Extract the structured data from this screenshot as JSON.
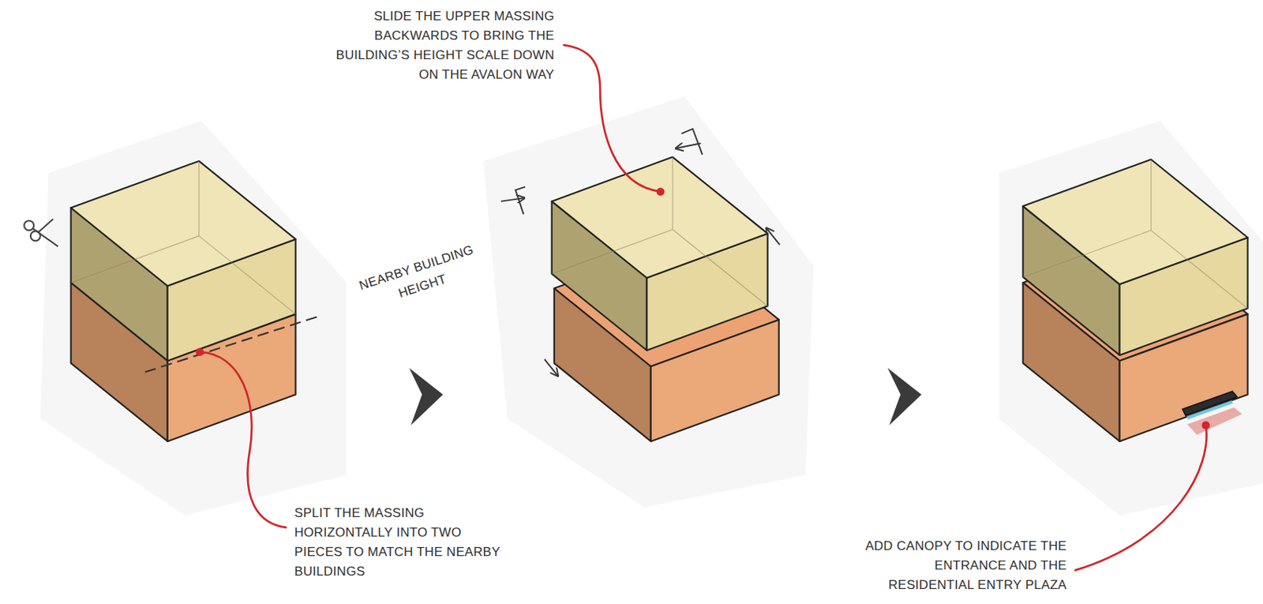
{
  "diagram": {
    "labels": [
      "SLIDE THE UPPER MASSING BACKWARDS TO BRING THE BUILDING’S HEIGHT SCALE DOWN ON THE AVALON WAY",
      "NEARBY BUILDING HEIGHT",
      "SPLIT THE MASSING HORIZONTALLY INTO TWO PIECES TO MATCH THE NEARBY BUILDINGS",
      "ADD CANOPY TO INDICATE THE ENTRANCE AND THE RESIDENTIAL ENTRY PLAZA"
    ]
  }
}
